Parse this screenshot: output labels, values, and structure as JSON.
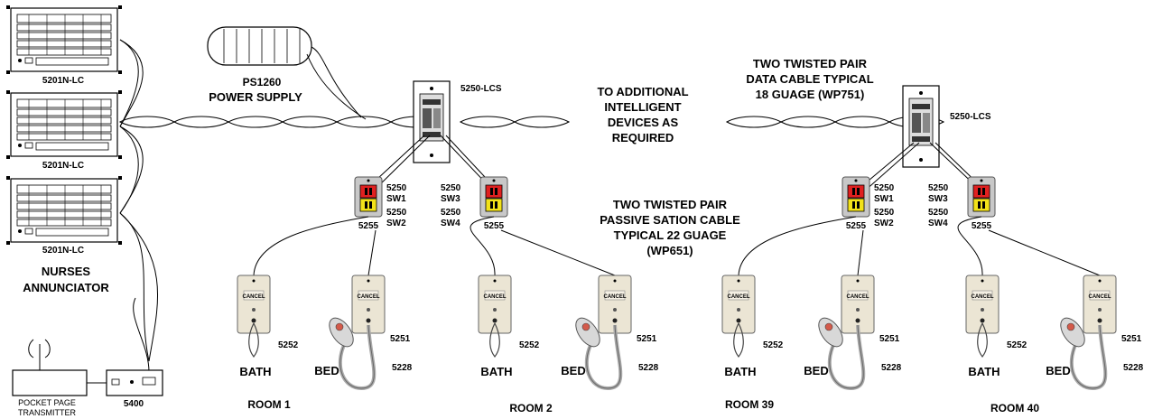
{
  "annunciators": [
    {
      "label": "5201N-LC"
    },
    {
      "label": "5201N-LC"
    },
    {
      "label": "5201N-LC"
    }
  ],
  "annunciator_caption": [
    "NURSES",
    "ANNUNCIATOR"
  ],
  "power_supply": {
    "model": "PS1260",
    "label": "POWER SUPPLY"
  },
  "pocket_page": {
    "label_lines": [
      "POCKET PAGE",
      "TRANSMITTER"
    ],
    "interface": "5400"
  },
  "controllers": [
    {
      "label": "5250-LCS"
    },
    {
      "label": "5250-LCS"
    }
  ],
  "additional_devices": [
    "TO ADDITIONAL",
    "INTELLIGENT",
    "DEVICES AS",
    "REQUIRED"
  ],
  "data_cable": [
    "TWO TWISTED PAIR",
    "DATA CABLE TYPICAL",
    "18 GUAGE (WP751)"
  ],
  "passive_cable": [
    "TWO TWISTED PAIR",
    "PASSIVE SATION CABLE",
    "TYPICAL 22 GUAGE",
    "(WP651)"
  ],
  "switch_labels": {
    "sw1": [
      "5250",
      "SW1"
    ],
    "sw2": [
      "5250",
      "SW2"
    ],
    "sw3": [
      "5250",
      "SW3"
    ],
    "sw4": [
      "5250",
      "SW4"
    ]
  },
  "station_model": "5255",
  "cancel_label": "CANCEL",
  "rooms": [
    {
      "name": "ROOM 1",
      "bath": "BATH",
      "bath_model": "5252",
      "bed": "BED",
      "bed_model": "5251",
      "cord_model": "5228"
    },
    {
      "name": "ROOM 2",
      "bath": "BATH",
      "bath_model": "5252",
      "bed": "BED",
      "bed_model": "5251",
      "cord_model": "5228"
    },
    {
      "name": "ROOM 39",
      "bath": "BATH",
      "bath_model": "5252",
      "bed": "BED",
      "bed_model": "5251",
      "cord_model": "5228"
    },
    {
      "name": "ROOM 40",
      "bath": "BATH",
      "bath_model": "5252",
      "bed": "BED",
      "bed_model": "5251",
      "cord_model": "5228"
    }
  ]
}
